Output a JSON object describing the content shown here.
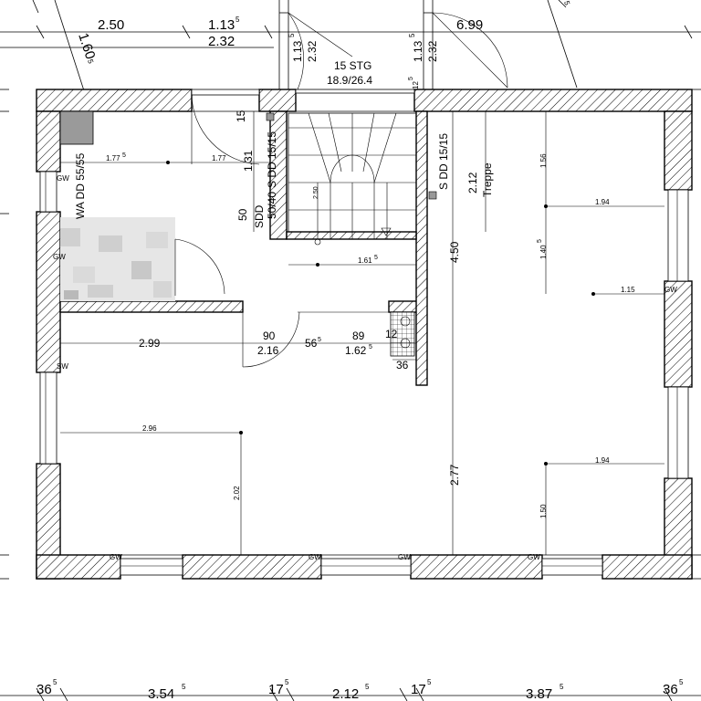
{
  "colors": {
    "line": "#000000",
    "background": "#ffffff",
    "column": "#9a9a9a"
  },
  "dims_top": {
    "d250": "2.50",
    "d113": "1.13",
    "d113_sup": "5",
    "d232": "2.32",
    "d699": "6.99",
    "d160": "1.60",
    "d160_sup": "5",
    "corner_sup": "5"
  },
  "stair_outside": {
    "left_113": "1.13",
    "left_113_sup": "5",
    "left_232": "2.32",
    "right_113": "1.13",
    "right_113_sup": "5",
    "right_232": "2.32",
    "stg": "15 STG",
    "ratio": "18.9/26.4",
    "small_12": "12",
    "small_12_sup": "5"
  },
  "interior": {
    "wa_dd": "WA DD 55/55",
    "d177a": "1.77",
    "d177a_sup": "5",
    "d177b": "1.77",
    "d15": "15",
    "d131": "1.31",
    "s_dd_left": "S DD 15/15",
    "d5040": "50/40",
    "d50": "50",
    "sdd": "SDD",
    "stair_250": "2.50",
    "s_dd_right": "S DD 15/15",
    "d212": "2.12",
    "treppe": "Treppe",
    "d450": "4.50",
    "d161": "1.61",
    "d161_sup": "5",
    "d156": "1.56",
    "d194a": "1.94",
    "d140": "1.40",
    "d140_sup": "5",
    "d115": "1.15",
    "gw_right_top": "GW",
    "gw_left_1": "GW",
    "gw_left_2": "GW",
    "gw_left_3": "SW",
    "d299": "2.99",
    "d90": "90",
    "d216": "2.16",
    "d56": "56",
    "d56_sup": "5",
    "d89": "89",
    "d162": "1.62",
    "d162_sup": "5",
    "d12": "12",
    "d36": "36",
    "d296": "2.96",
    "d202": "2.02",
    "d277": "2.77",
    "d194b": "1.94",
    "d150": "1.50",
    "gw_bottom_1": "GW",
    "gw_bottom_2": "GW",
    "gw_bottom_3": "GW",
    "gw_bottom_4": "GW"
  },
  "dims_bottom": [
    {
      "main": "36",
      "sup": "5"
    },
    {
      "main": "3.54",
      "sup": "5"
    },
    {
      "main": "17",
      "sup": "5"
    },
    {
      "main": "2.12",
      "sup": "5"
    },
    {
      "main": "17",
      "sup": "5"
    },
    {
      "main": "3.87",
      "sup": "5"
    },
    {
      "main": "36",
      "sup": "5"
    }
  ]
}
